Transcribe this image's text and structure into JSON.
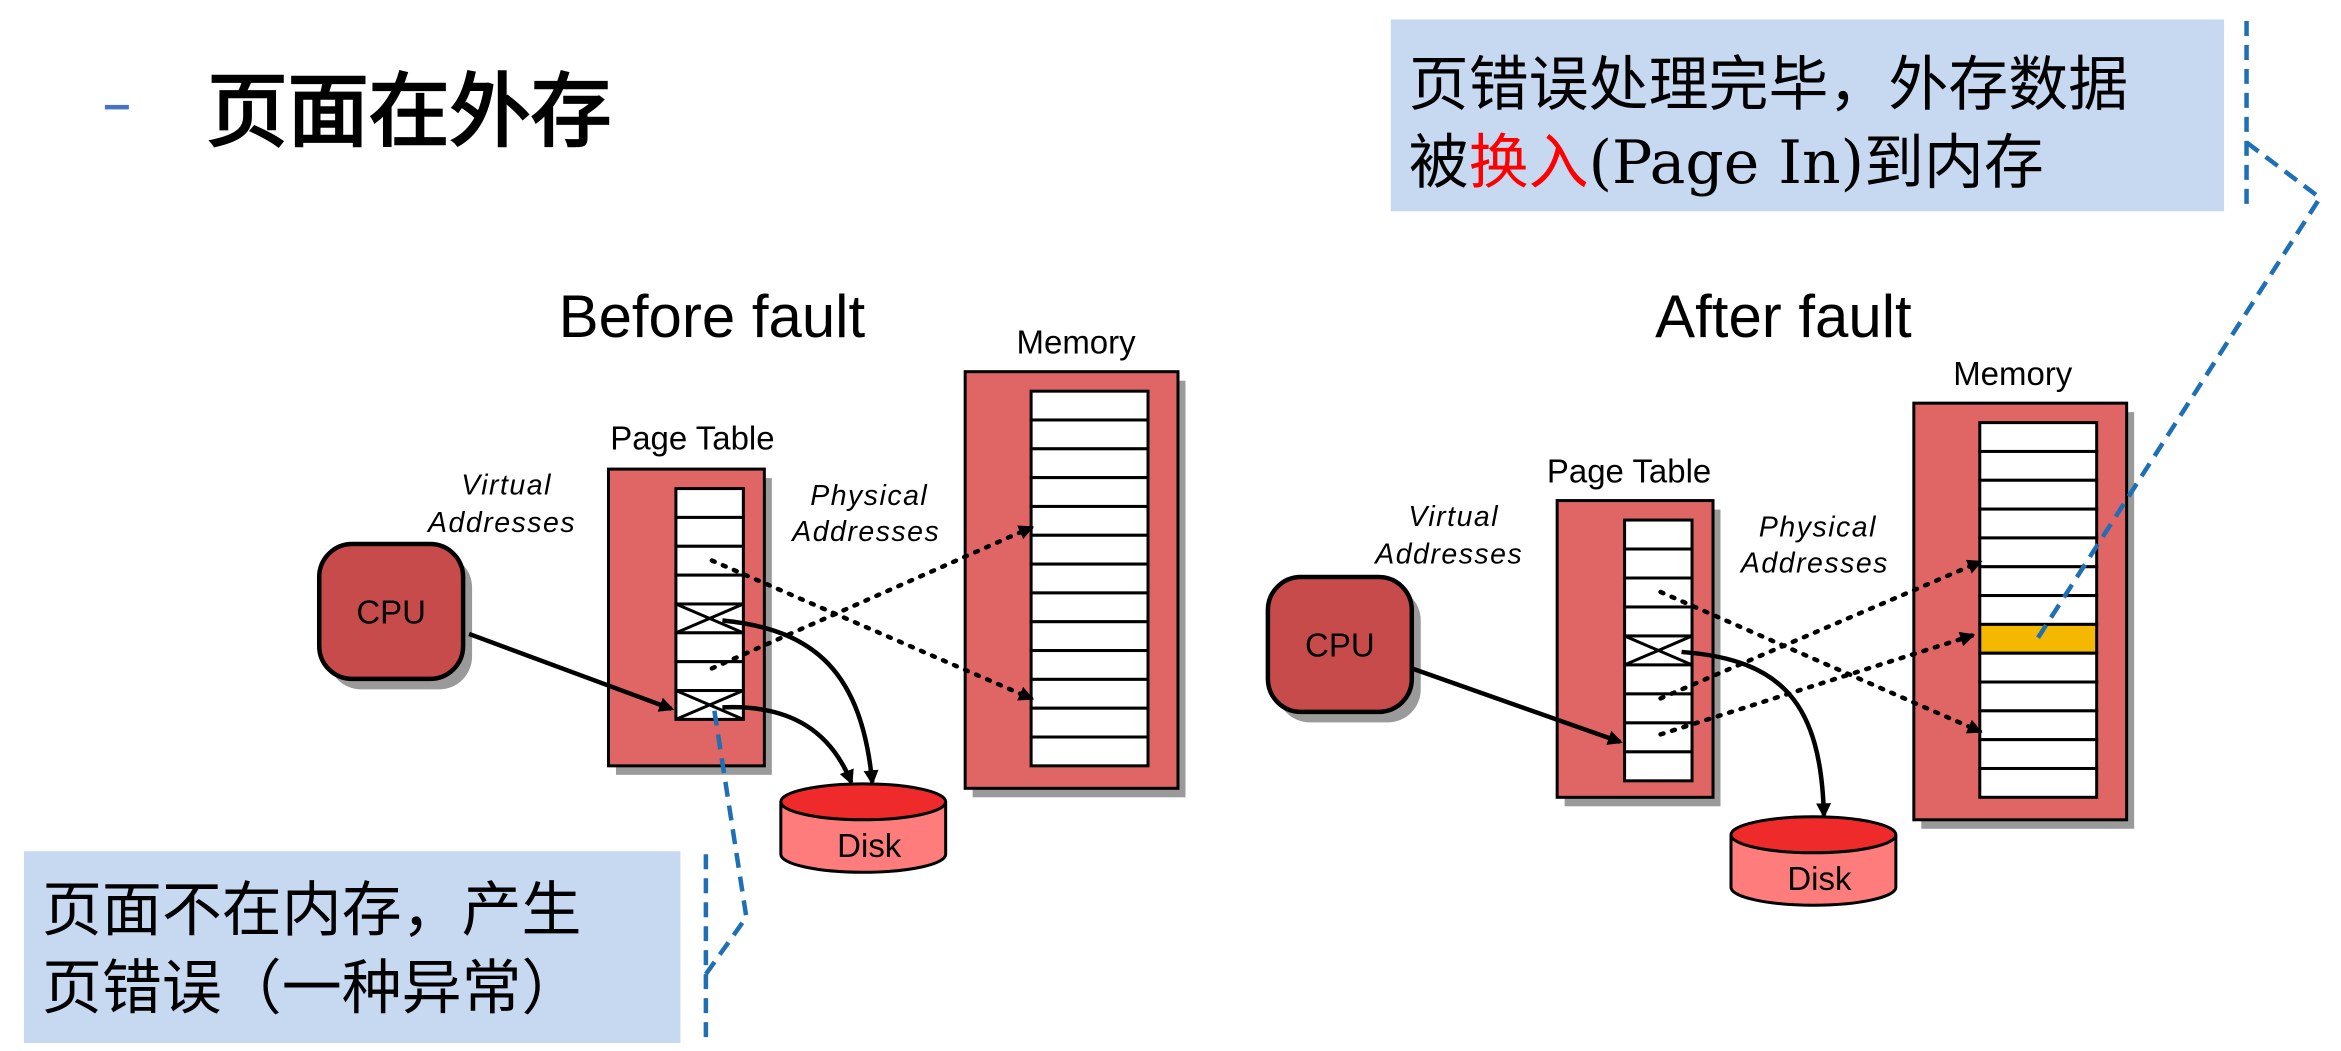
{
  "slide": {
    "title": "页面在外存"
  },
  "callouts": {
    "top": {
      "line1": "页错误处理完毕，外存数据",
      "line2_prefix": "被",
      "line2_highlight": "换入",
      "line2_suffix": "(Page In)到内存"
    },
    "bottom": {
      "line1": "页面不在内存，产生",
      "line2": "页错误（一种异常）"
    }
  },
  "diagrams": {
    "before": {
      "title": "Before fault",
      "cpu": "CPU",
      "page_table": "Page Table",
      "memory": "Memory",
      "disk": "Disk",
      "virtual_1": "Virtual",
      "virtual_2": "Addresses",
      "physical_1": "Physical",
      "physical_2": "Addresses"
    },
    "after": {
      "title": "After fault",
      "cpu": "CPU",
      "page_table": "Page Table",
      "memory": "Memory",
      "disk": "Disk",
      "virtual_1": "Virtual",
      "virtual_2": "Addresses",
      "physical_1": "Physical",
      "physical_2": "Addresses"
    }
  },
  "colors": {
    "box_fill": "#e06666",
    "cpu_fill": "#c84b4b",
    "disk_fill": "#ff7c7c",
    "disk_top": "#ee2a2a",
    "loaded_page": "#f5b800",
    "callout_bg": "#c6d9f1",
    "leader_line": "#1f6fb5",
    "highlight_text": "#ff0000"
  }
}
